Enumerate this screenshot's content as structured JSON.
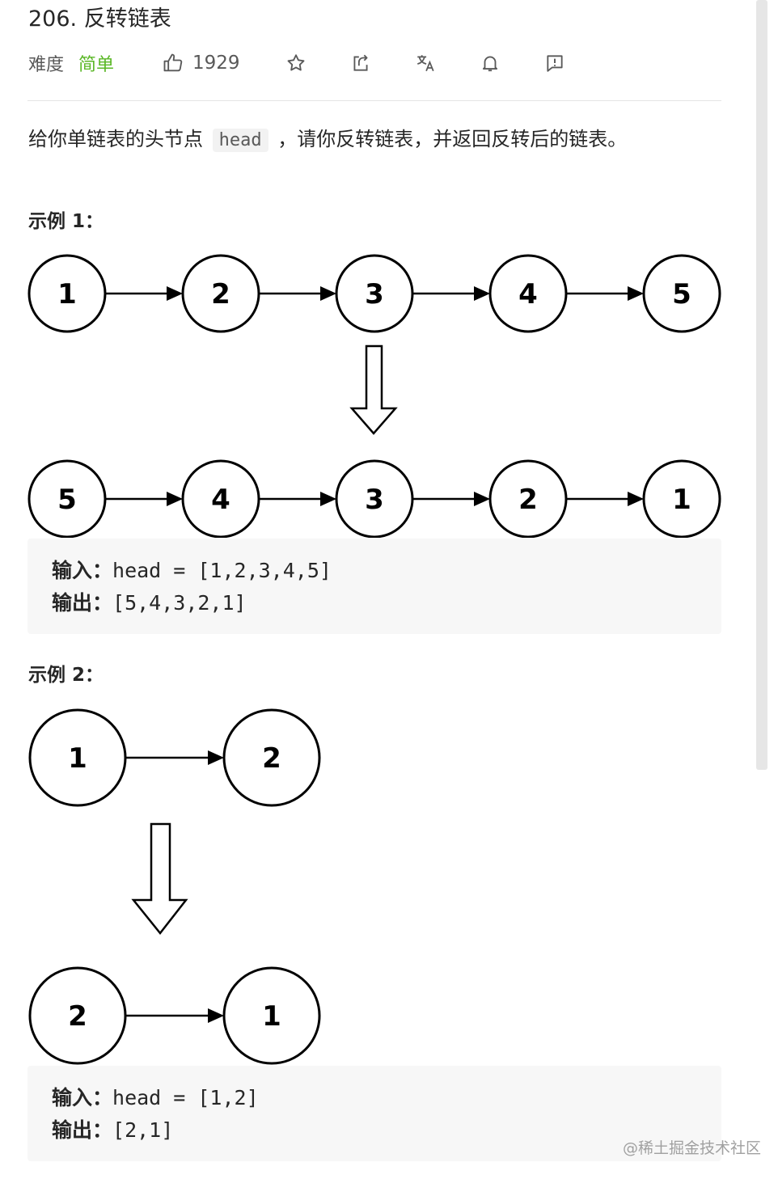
{
  "problem": {
    "title": "206. 反转链表",
    "difficulty_label": "难度",
    "difficulty_value": "简单",
    "like_count": "1929",
    "description_before": "给你单链表的头节点",
    "description_code": "head",
    "description_after": "，请你反转链表，并返回反转后的链表。"
  },
  "toolbar": {
    "icons": [
      "thumbs-up-icon",
      "star-icon",
      "share-icon",
      "translate-icon",
      "bell-icon",
      "feedback-icon"
    ]
  },
  "examples": [
    {
      "title": "示例 1：",
      "before_nodes": [
        "1",
        "2",
        "3",
        "4",
        "5"
      ],
      "after_nodes": [
        "5",
        "4",
        "3",
        "2",
        "1"
      ],
      "input_label": "输入：",
      "input_value": "head = [1,2,3,4,5]",
      "output_label": "输出：",
      "output_value": "[5,4,3,2,1]"
    },
    {
      "title": "示例 2：",
      "before_nodes": [
        "1",
        "2"
      ],
      "after_nodes": [
        "2",
        "1"
      ],
      "input_label": "输入：",
      "input_value": "head = [1,2]",
      "output_label": "输出：",
      "output_value": "[2,1]"
    }
  ],
  "watermark": "@稀土掘金技术社区",
  "colors": {
    "difficulty_easy": "#5ab726",
    "io_background": "#f7f7f7",
    "divider": "#e5e5e5"
  }
}
